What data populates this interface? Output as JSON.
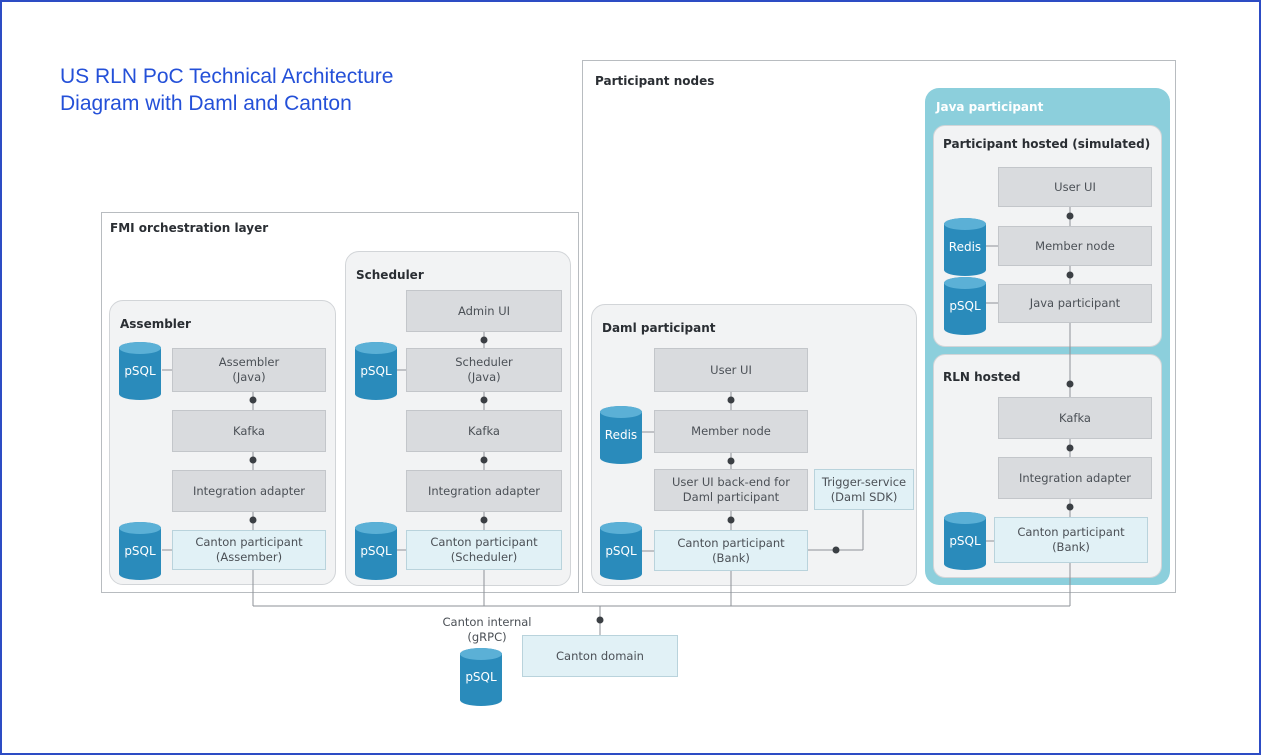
{
  "title": {
    "line1": "US RLN PoC Technical Architecture",
    "line2": "Diagram with Daml and Canton"
  },
  "groups": {
    "fmi": "FMI orchestration layer",
    "participant_nodes": "Participant nodes"
  },
  "assembler": {
    "label": "Assembler",
    "db1": "pSQL",
    "assembler_java": "Assembler (Java)",
    "kafka": "Kafka",
    "integration_adapter": "Integration adapter",
    "db2": "pSQL",
    "canton_participant": "Canton participant (Assember)"
  },
  "scheduler": {
    "label": "Scheduler",
    "admin_ui": "Admin UI",
    "db1": "pSQL",
    "scheduler_java": "Scheduler (Java)",
    "kafka": "Kafka",
    "integration_adapter": "Integration adapter",
    "db2": "pSQL",
    "canton_participant": "Canton participant (Scheduler)"
  },
  "daml": {
    "label": "Daml participant",
    "user_ui": "User UI",
    "db_redis": "Redis",
    "member_node": "Member node",
    "backend": "User UI back-end for Daml participant",
    "trigger": "Trigger-service (Daml SDK)",
    "db_psql": "pSQL",
    "canton_participant": "Canton participant (Bank)"
  },
  "java": {
    "label": "Java participant",
    "hosted_label": "Participant hosted (simulated)",
    "user_ui": "User UI",
    "db_redis": "Redis",
    "member_node": "Member node",
    "db_psql": "pSQL",
    "java_participant": "Java participant"
  },
  "rln": {
    "label": "RLN hosted",
    "kafka": "Kafka",
    "integration_adapter": "Integration adapter",
    "db_psql": "pSQL",
    "canton_participant": "Canton participant (Bank)"
  },
  "domain": {
    "internal_line1": "Canton internal",
    "internal_line2": "(gRPC)",
    "db_psql": "pSQL",
    "canton_domain": "Canton domain"
  },
  "colors": {
    "title": "#2450d8",
    "db": "#2a8bbb",
    "java_participant_bg": "#8ccfdc",
    "box_gray": "#d9dbde",
    "box_light": "#e1f1f6"
  }
}
